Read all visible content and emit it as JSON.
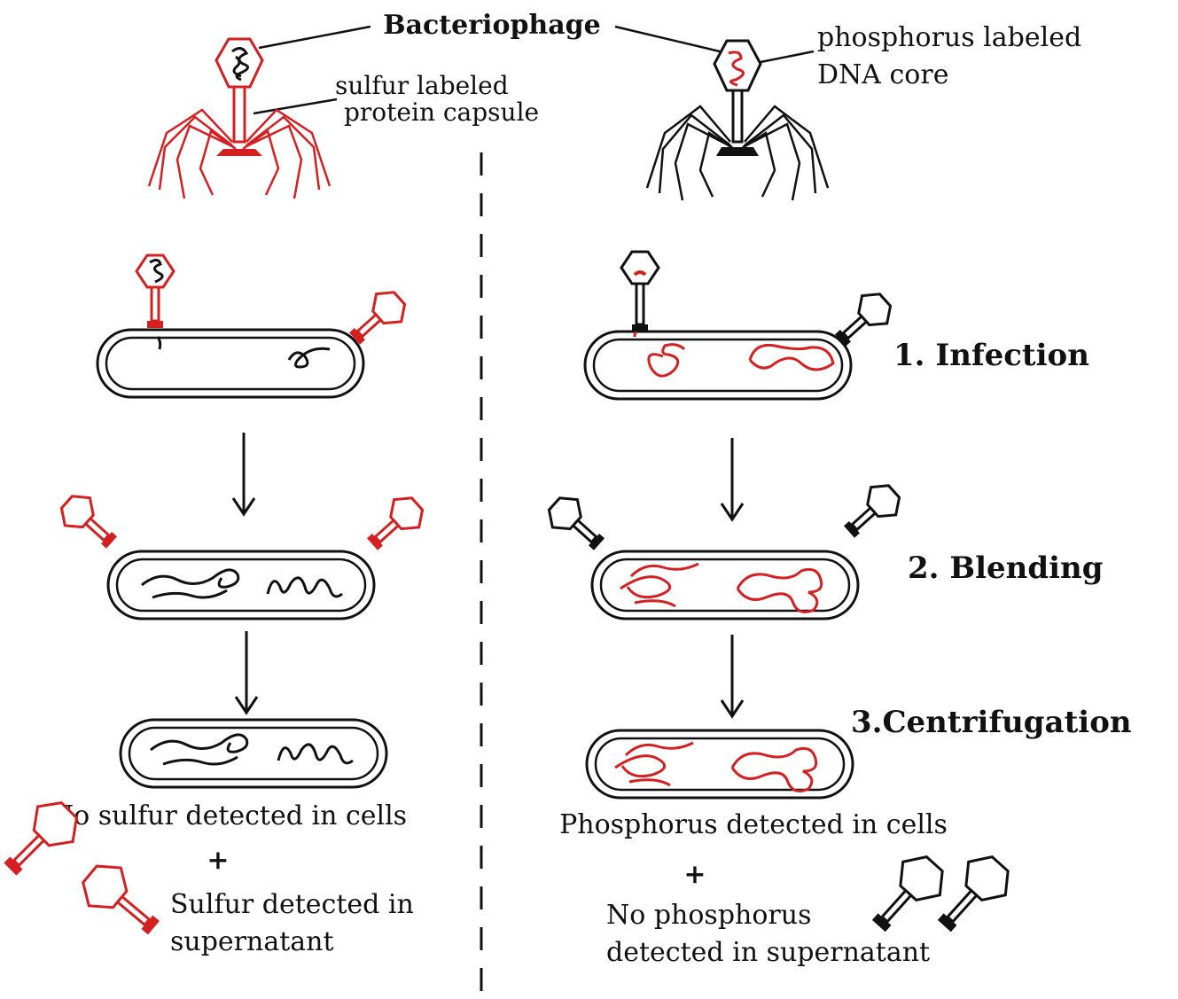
{
  "colors": {
    "sulfur": "#d42020",
    "phosphorus": "#d42020",
    "ink": "#111111",
    "background": "#ffffff"
  },
  "labels": {
    "title": "Bacteriophage",
    "left_label_line1": "sulfur labeled",
    "left_label_line2": "protein capsule",
    "right_label_line1": "phosphorus labeled",
    "right_label_line2": "DNA core"
  },
  "steps": {
    "step1": "1. Infection",
    "step2": "2. Blending",
    "step3": "3.Centrifugation"
  },
  "left_results": {
    "cells": "No sulfur detected in cells",
    "plus": "+",
    "supernatant_line1": "Sulfur detected in",
    "supernatant_line2": "supernatant"
  },
  "right_results": {
    "cells": "Phosphorus detected in cells",
    "plus": "+",
    "supernatant_line1": "No phosphorus",
    "supernatant_line2": "detected in supernatant"
  },
  "icons": [
    "bacteriophage-icon",
    "bacterium-cell-icon",
    "down-arrow-icon",
    "phage-ghost-icon",
    "dna-strand-icon"
  ]
}
